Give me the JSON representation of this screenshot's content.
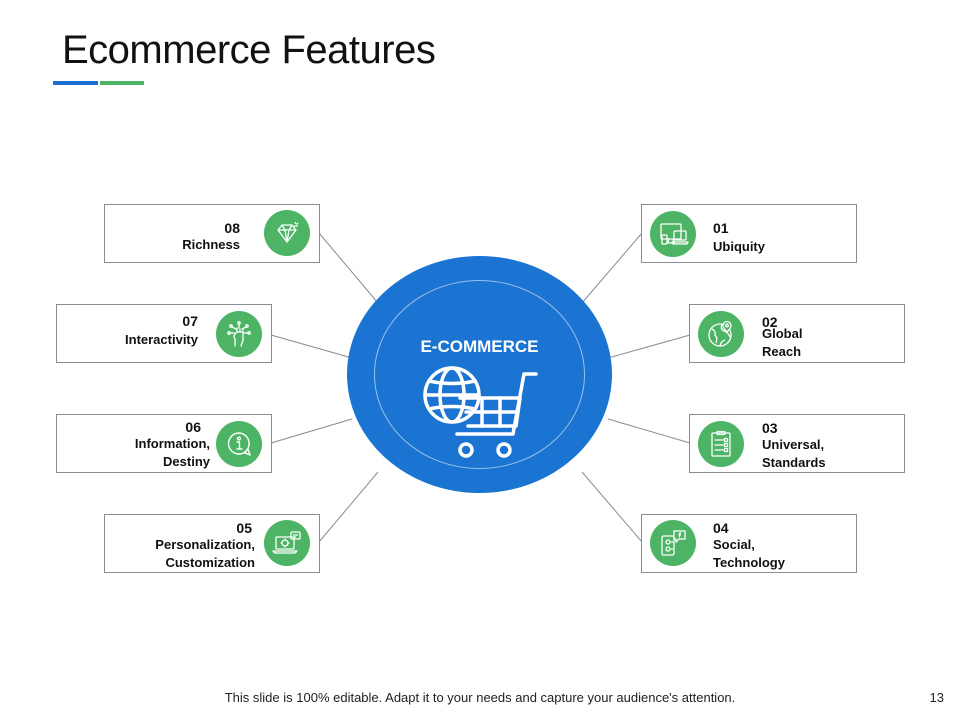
{
  "slide": {
    "title": "Ecommerce Features",
    "center_label": "E-COMMERCE",
    "footer": "This slide is 100% editable. Adapt it to your needs and capture your audience's attention.",
    "page_number": "13"
  },
  "colors": {
    "blue": "#1b74d2",
    "green": "#4cb464",
    "border": "#8c8c8c"
  },
  "features": [
    {
      "num": "01",
      "line1": "Ubiquity",
      "line2": "",
      "icon": "devices-icon"
    },
    {
      "num": "02",
      "line1": "Global",
      "line2": "Reach",
      "icon": "globe-pin-icon"
    },
    {
      "num": "03",
      "line1": "Universal,",
      "line2": "Standards",
      "icon": "checklist-icon"
    },
    {
      "num": "04",
      "line1": "Social,",
      "line2": "Technology",
      "icon": "social-icon"
    },
    {
      "num": "05",
      "line1": "Personalization,",
      "line2": "Customization",
      "icon": "laptop-settings-icon"
    },
    {
      "num": "06",
      "line1": "Information,",
      "line2": "Destiny",
      "icon": "info-bubble-icon"
    },
    {
      "num": "07",
      "line1": "Interactivity",
      "line2": "",
      "icon": "hand-network-icon"
    },
    {
      "num": "08",
      "line1": "Richness",
      "line2": "",
      "icon": "diamond-icon"
    }
  ]
}
